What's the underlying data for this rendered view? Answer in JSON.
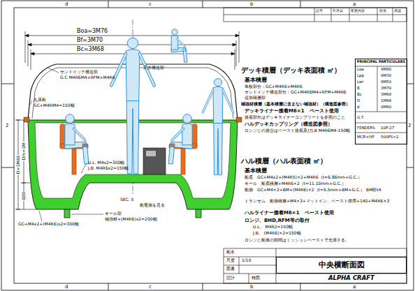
{
  "diagram": {
    "nodes": [
      {
        "text": [
          "PRINCIPAL PARTICULARS"
        ]
      },
      {
        "text": [
          "中央横断面図"
        ]
      }
    ],
    "labels": [
      "d",
      "c",
      "b",
      "a",
      "d",
      "c",
      "b",
      "a",
      "2",
      "2",
      "Boa=3M76",
      "Bf=3M70",
      "Bc=3M68",
      "サンドイッチ構造部",
      "G.C M4R6M4+RFM+M4R6",
      "天井構造部",
      "丸床桁",
      "GC+M4RM4=150幅",
      "D=1M66",
      "Dm=1M",
      "600",
      "U.L. M4x2=300幅",
      "J.B. M4R6x2=150幅",
      "GC+M4x2+(M4R6)x2=300幅",
      "SEC. 5",
      "船尾側を見る",
      "キール部",
      "補強材+(M4R6)x2=200幅",
      "デッキ積層（デッキ表面積 ㎡）",
      "基本積層",
      "単板部分：GC+M4R6+M4R6",
      "サンドイッチ構造部分：GC+M4R6M4+RFM+M4R6",
      "追加積層部",
      "補強材積層（基本積層に含まない補強材）（構造図参照）",
      "デッキライナー接着M6×1　ペースト使用",
      "接着部分はデッキライナーコンプリートを参照のこと",
      "ハルデッキカップリング（構造図参照）",
      "ロンジとの接合はペースト接着及びJ.B M4R6M4-150幅",
      "ハル積層（ハル表面積 ㎡）",
      "基本積層",
      "船底　GC+M4x2+(M4R5)×2+M4R6（t=6.86mm+G.C.）",
      "キール　船底積層+M4R6×2（t=11.10mm+G.C.）",
      "船側　GC+M4×2+BM+(M4R6)×2（t=5.5mm+BM+G.C.） BM部t4",
      "トランサム　船側積層+M4×3+マットイン、ペースト併用+140+M4R6×3",
      "ハルライナー接着M6×1　ペースト使用",
      "ロンジ、BHD,RFM等の取付",
      "U.L.　M4R2=150幅",
      "J.B.　(M4R6)×2=150幅",
      "ロンジと船体の隙間はミッションペーストで充填する。",
      "Loa",
      "9M80",
      "Lpp",
      "9M30",
      "Lwl",
      "8M50",
      "B",
      "3M70",
      "Bc",
      "3M68",
      "D",
      "1M66",
      "d",
      "0M60",
      "G.T.",
      "FENDERS",
      "10P-27",
      "MCR×HP",
      "500PS×2",
      "記号",
      "年月日",
      "変更内容",
      "担当",
      "承認",
      "船名",
      "尺度",
      "1/10",
      "図番",
      "設計",
      "検図",
      "ALPHA CRAFT"
    ]
  }
}
